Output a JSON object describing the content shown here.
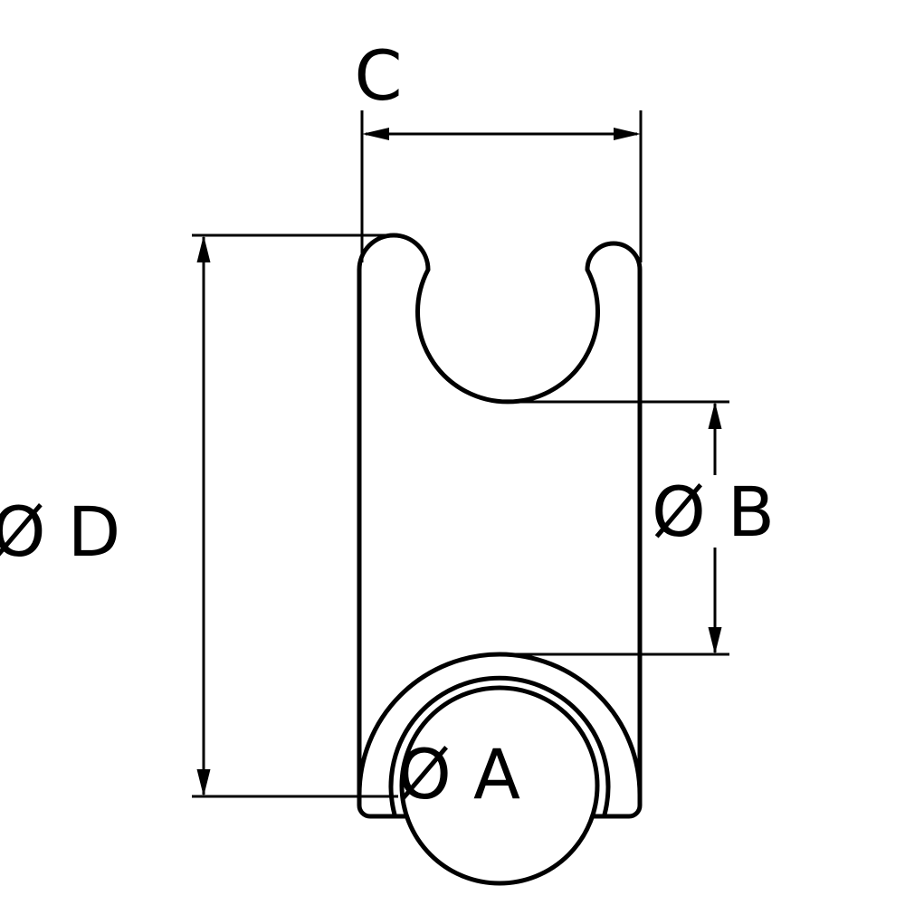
{
  "diagram": {
    "type": "technical-dimension-drawing",
    "subject": "low-friction-ring-cross-section",
    "labels": {
      "c": "C",
      "d": "Ø D",
      "b": "Ø B",
      "a": "Ø A"
    },
    "colors": {
      "line": "#000000",
      "background": "#ffffff"
    }
  }
}
